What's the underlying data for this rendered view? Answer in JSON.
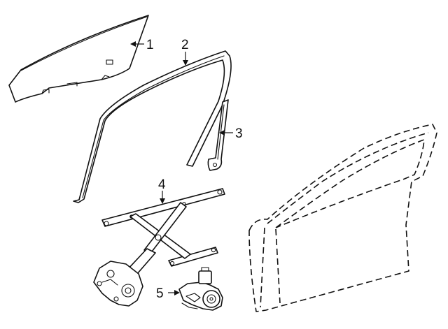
{
  "callouts": {
    "c1": "1",
    "c2": "2",
    "c3": "3",
    "c4": "4",
    "c5": "5"
  },
  "parts": [
    {
      "callout": "1",
      "icon": "door-glass"
    },
    {
      "callout": "2",
      "icon": "glass-run-channel"
    },
    {
      "callout": "3",
      "icon": "rear-guide-channel"
    },
    {
      "callout": "4",
      "icon": "window-regulator"
    },
    {
      "callout": "5",
      "icon": "regulator-motor"
    }
  ],
  "reference": {
    "icon": "front-door-outline"
  }
}
